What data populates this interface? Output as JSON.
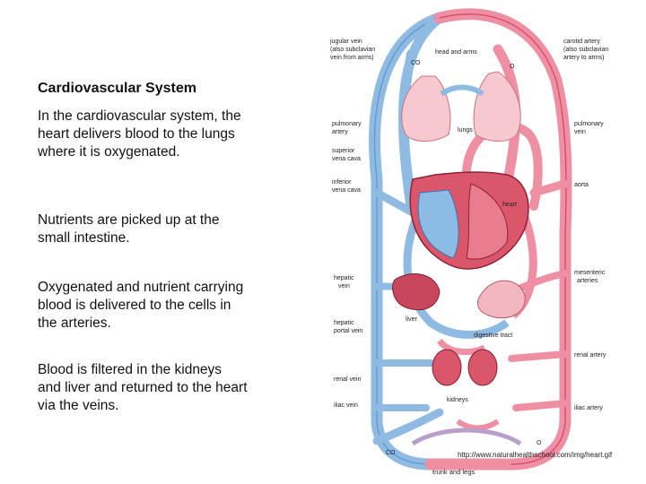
{
  "slide": {
    "title": "Cardiovascular System",
    "paragraphs": [
      "In the cardiovascular system, the heart delivers blood to the lungs where it is  oxygenated.",
      "Nutrients are picked up at the small intestine.",
      "Oxygenated and nutrient carrying blood is delivered to the cells in the arteries.",
      "Blood is filtered in the kidneys and liver and returned to the heart via the veins."
    ]
  },
  "diagram": {
    "labels": {
      "jugular_1": "jugular vein",
      "jugular_2": "(also subclavian",
      "jugular_3": "vein from arms)",
      "head_arms": "head and arms",
      "carotid_1": "carotid artery",
      "carotid_2": "(also subclavian",
      "carotid_3": "artery to arms)",
      "co2_top": "CO",
      "o2_top": "O",
      "pulm_artery_1": "pulmonary",
      "pulm_artery_2": "artery",
      "lungs": "lungs",
      "pulm_vein_1": "pulmonary",
      "pulm_vein_2": "vein",
      "svc_1": "superior",
      "svc_2": "vena cava",
      "ivc_1": "inferior",
      "ivc_2": "vena cava",
      "aorta": "aorta",
      "heart": "heart",
      "hepatic_vein_1": "hepatic",
      "hepatic_vein_2": "vein",
      "mesenteric_1": "mesenteric",
      "mesenteric_2": "arteries",
      "liver": "liver",
      "hepatic_portal_1": "hepatic",
      "hepatic_portal_2": "portal vein",
      "digestive": "digestive tract",
      "renal_artery": "renal artery",
      "renal_vein": "renal vein",
      "kidneys": "kidneys",
      "iliac_vein": "iliac vein",
      "iliac_artery": "iliac artery",
      "co2_bottom": "CO",
      "o2_bottom": "O",
      "trunk_legs": "trunk and legs"
    },
    "source_url": "http://www.naturalhealthschool.com/img/heart.gif"
  },
  "colors": {
    "vein": "#6fa8dc",
    "artery": "#e0607a"
  }
}
